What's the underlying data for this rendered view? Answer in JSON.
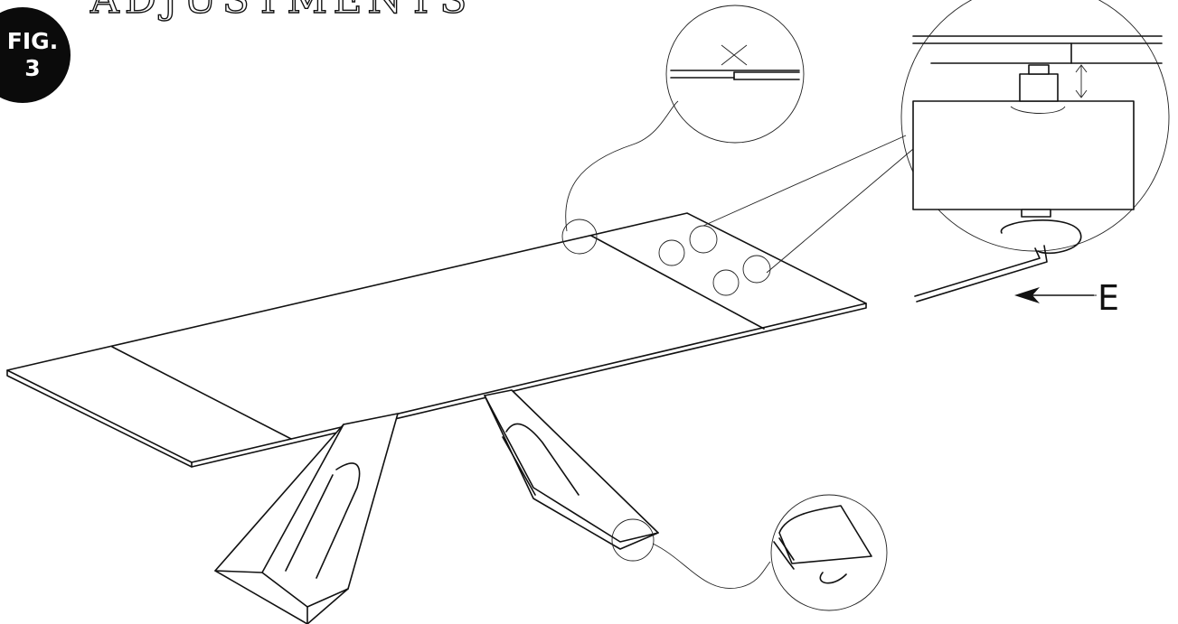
{
  "heading": "ADJUSTMENTS",
  "figure": {
    "prefix": "FIG.",
    "number": "3"
  },
  "callout_label": "E"
}
